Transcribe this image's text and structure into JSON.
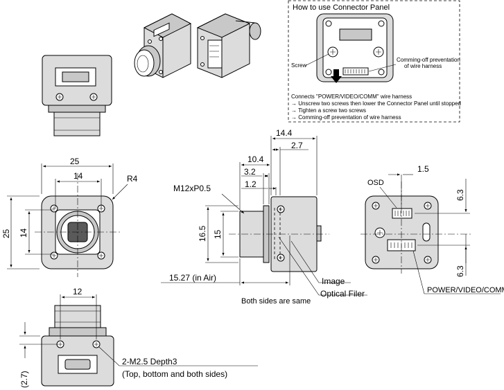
{
  "panel": {
    "title": "How to use Connector Panel",
    "screw": "Screw",
    "comming_off_1": "Comming-off preventation",
    "comming_off_2": "of wire harness",
    "note_1": "Connects \"POWER/VIDEO/COMM\" wire harness",
    "note_2": "→ Unscrew two screws then lower the Connector Panel until stopped",
    "note_3": "→ Tighten a screw two screws",
    "note_4": "→ Comming-off preventation of wire harness"
  },
  "front": {
    "width": "25",
    "inner_width": "14",
    "radius": "R4",
    "height": "25",
    "inner_height": "14"
  },
  "side": {
    "d14_4": "14.4",
    "d2_7": "2.7",
    "d10_4": "10.4",
    "d3_2": "3.2",
    "d1_2": "1.2",
    "thread": "M12xP0.5",
    "d16_5": "16.5",
    "d15": "15",
    "flange": "15.27 (in Air)",
    "image": "Image",
    "filter": "Optical Filer",
    "both_sides": "Both sides are same"
  },
  "rear": {
    "d1_5": "1.5",
    "osd": "OSD",
    "d6_3_top": "6.3",
    "d6_3_bottom": "6.3",
    "connector": "POWER/VIDEO/COMM"
  },
  "bottom": {
    "d12": "12",
    "d2_7": "(2.7)",
    "tap_1": "2-M2.5 Depth3",
    "tap_2": "(Top, bottom and both sides)"
  }
}
